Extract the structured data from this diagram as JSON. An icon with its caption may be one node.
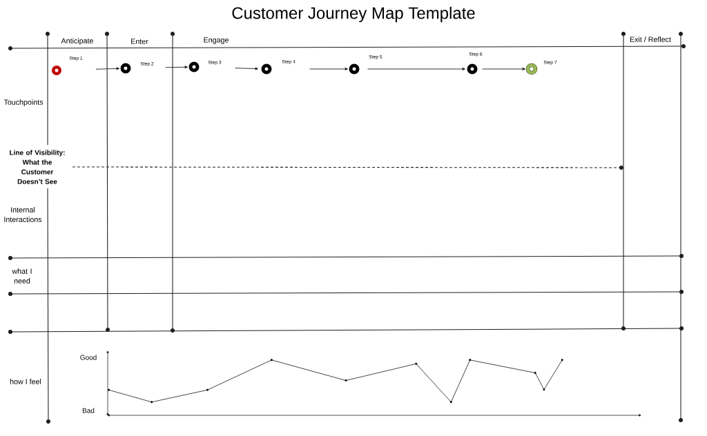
{
  "diagram": {
    "title": "Customer Journey Map Template",
    "nodes": [
      {
        "text": [],
        "shape": "circle",
        "beside": [
          "Step 1"
        ]
      },
      {
        "text": [],
        "shape": "circle",
        "beside": [
          "Step 2"
        ]
      },
      {
        "text": [],
        "shape": "circle",
        "beside": [
          "Step 3"
        ]
      },
      {
        "text": [],
        "shape": "circle",
        "beside": [
          "Step 4"
        ]
      },
      {
        "text": [],
        "shape": "circle",
        "beside": [
          "Step 5"
        ]
      },
      {
        "text": [],
        "shape": "circle",
        "beside": [
          "Step 6"
        ]
      },
      {
        "text": [],
        "shape": "circle",
        "beside": [
          "Step 7"
        ]
      }
    ],
    "edges": [
      {
        "from": 0,
        "to": 1,
        "arrow": "to"
      },
      {
        "from": 1,
        "to": 2,
        "arrow": "to"
      },
      {
        "from": 2,
        "to": 3,
        "arrow": "to"
      },
      {
        "from": 3,
        "to": 4,
        "arrow": "to"
      },
      {
        "from": 4,
        "to": 5,
        "arrow": "to"
      },
      {
        "from": 5,
        "to": 6,
        "arrow": "to"
      }
    ],
    "labels": [
      "Anticipate",
      "Enter",
      "Engage",
      "Exit / Reflect",
      "Touchpoints",
      "Line of Visibility: What the Customer Doesn’t See",
      "Internal Interactions",
      "what I need",
      "Good",
      "how I feel",
      "Bad"
    ]
  }
}
